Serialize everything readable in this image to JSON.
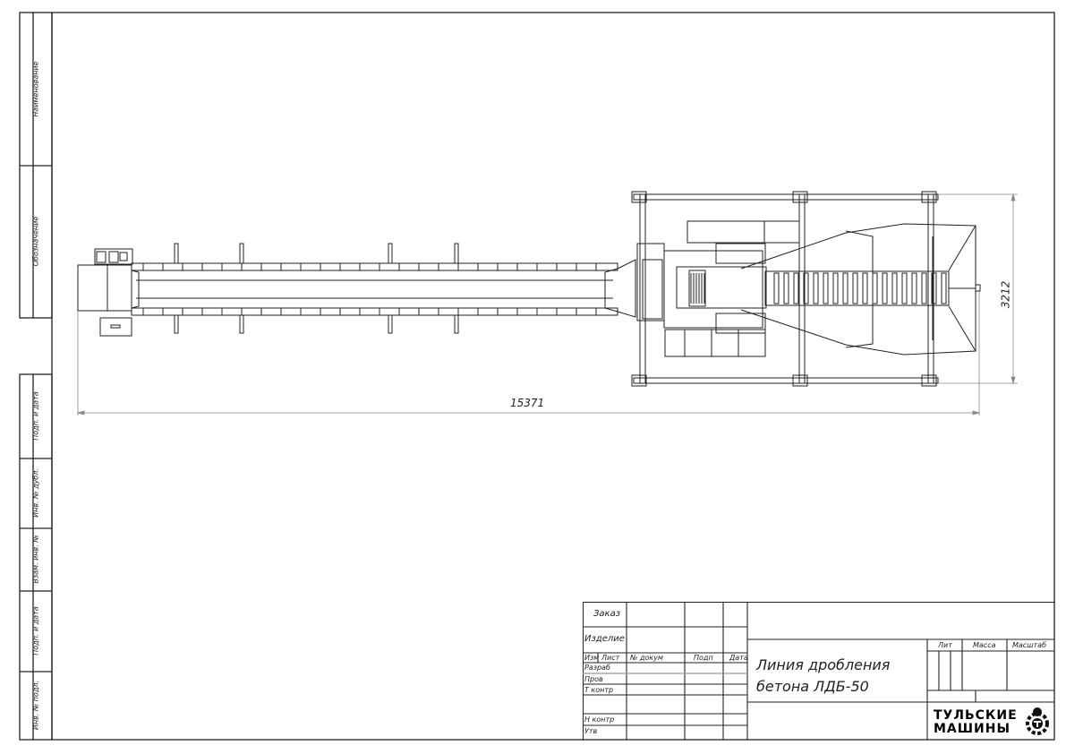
{
  "side_strip": {
    "top": [
      "Наименование",
      "Обозначение"
    ],
    "bottom": [
      "Подп. и дата",
      "Инв. № дубл.",
      "Взам. инв. №",
      "Подп. и дата",
      "Инв. № подл."
    ]
  },
  "dimensions": {
    "length": "15371",
    "width": "3212"
  },
  "title_block": {
    "order_label": "Заказ",
    "product_label": "Изделие",
    "columns": [
      "Изм",
      "Лист",
      "№ докум",
      "Подп",
      "Дата"
    ],
    "rows": [
      "Разраб",
      "Пров",
      "Т контр",
      "Н контр",
      "Утв"
    ],
    "title_line1": "Линия дробления",
    "title_line2": "бетона ЛДБ-50",
    "lit_label": "Лит",
    "mass_label": "Масса",
    "scale_label": "Масштаб",
    "logo_line1": "ТУЛЬСКИЕ",
    "logo_line2": "МАШИНЫ"
  }
}
